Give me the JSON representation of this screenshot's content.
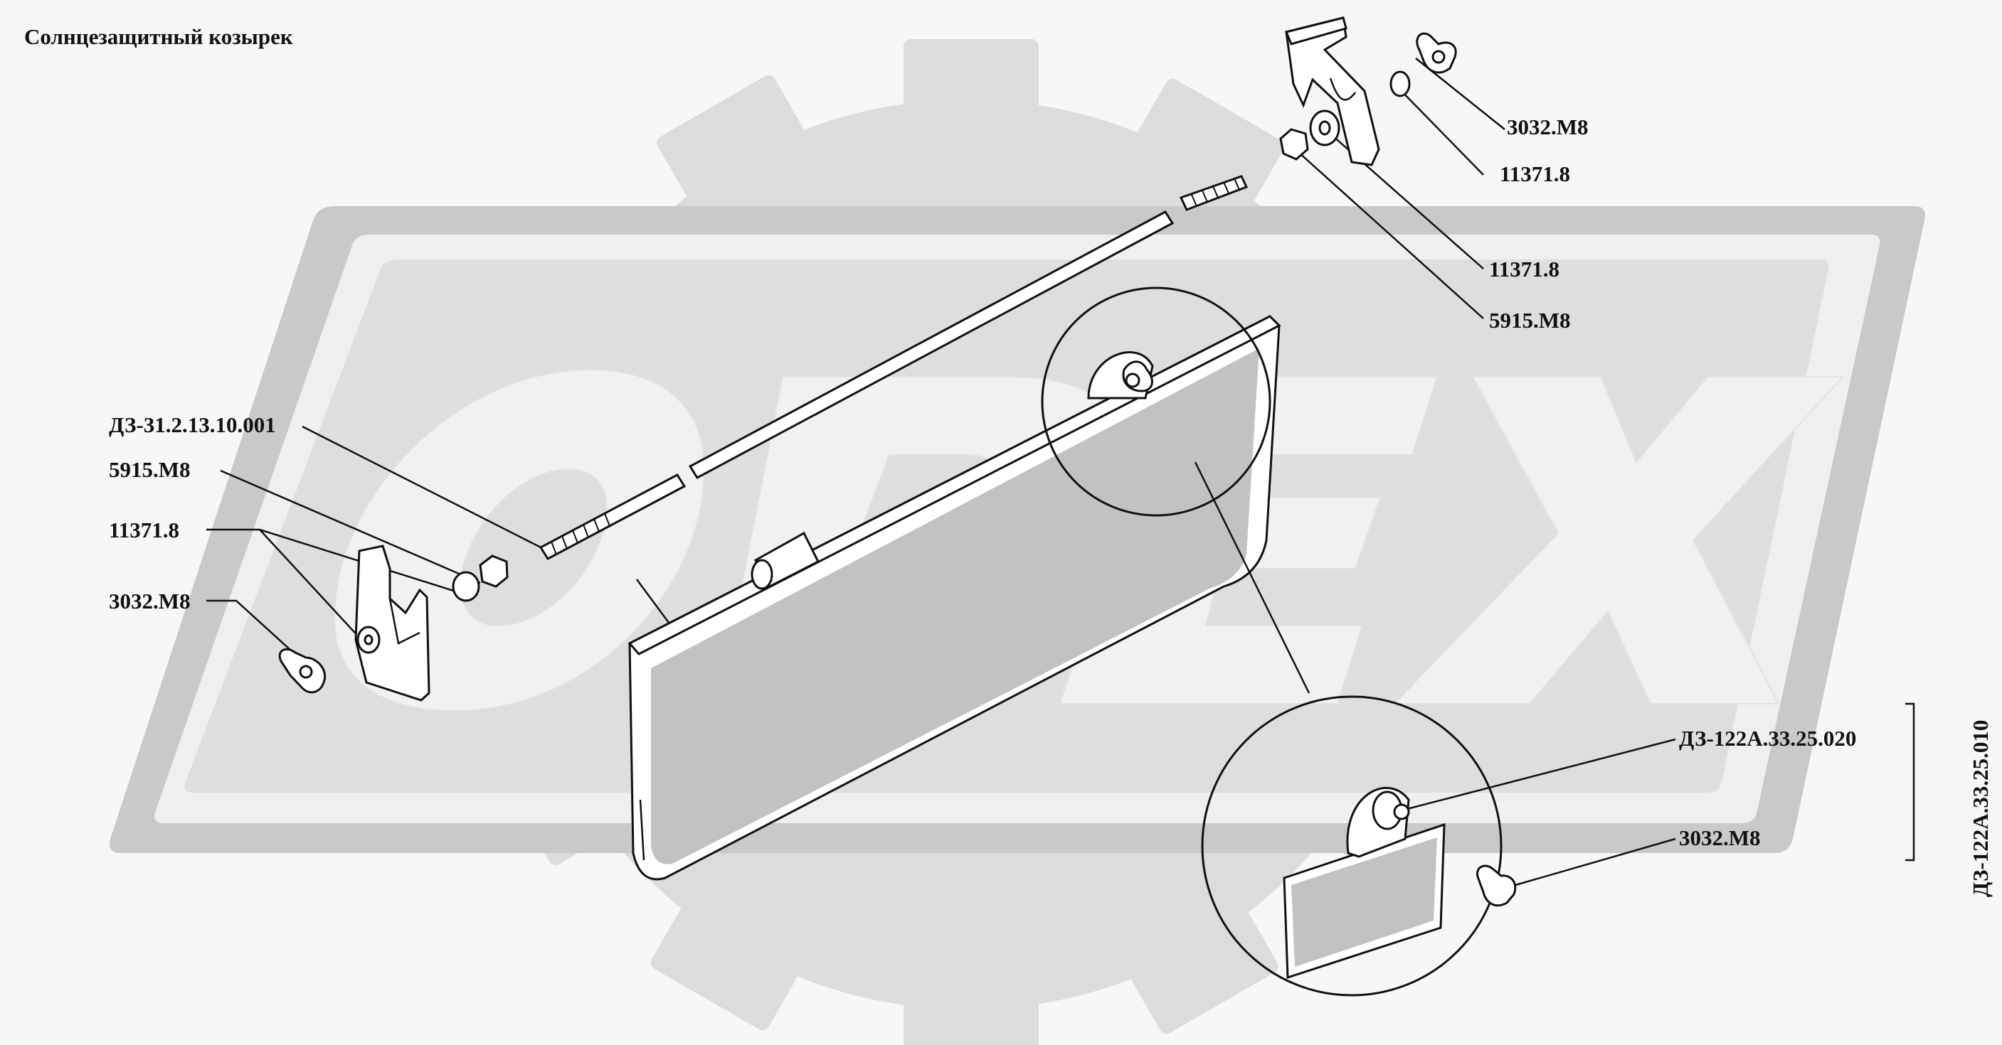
{
  "title": "Солнцезащитный козырек",
  "watermark": {
    "text": "ОРЕХ",
    "colors": {
      "gear": "#d9d9d9",
      "plate": "#c9c9c9",
      "letters": "#dadada"
    },
    "icon": "gear-watermark-icon"
  },
  "callouts": {
    "top_wing_nut": "3032.М8",
    "top_washer_outer": "11371.8",
    "top_washer_inner": "11371.8",
    "top_nut": "5915.М8",
    "rod": "ДЗ-31.2.13.10.001",
    "left_nut": "5915.М8",
    "left_washer": "11371.8",
    "left_wing_nut": "3032.М8",
    "clamp_assembly": "ДЗ-122А.33.25.020",
    "detail_wing_nut": "3032.М8"
  },
  "assembly_label": "ДЗ-122А.33.25.010",
  "line_color": "#111111"
}
